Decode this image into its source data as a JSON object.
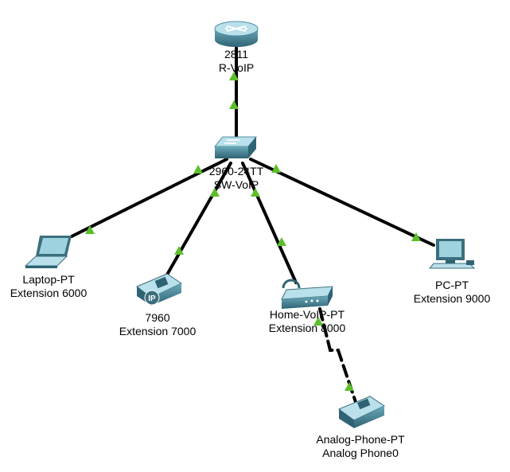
{
  "devices": {
    "router": {
      "model": "2811",
      "name": "R-VoIP"
    },
    "switch": {
      "model": "2960-24TT",
      "name": "SW-VoIP"
    },
    "laptop": {
      "model": "Laptop-PT",
      "name": "Extension 6000"
    },
    "ipphone": {
      "model": "7960",
      "name": "Extension 7000"
    },
    "homevoip": {
      "model": "Home-VoIP-PT",
      "name": "Extension 8000"
    },
    "pc": {
      "model": "PC-PT",
      "name": "Extension 9000"
    },
    "analog": {
      "model": "Analog-Phone-PT",
      "name": "Analog Phone0"
    }
  },
  "colors": {
    "link": "#000000",
    "link_up": "#5cbf2a",
    "device_body": "#5e9fb0",
    "device_light": "#a8d6e3",
    "device_dark": "#3c6f7e"
  }
}
